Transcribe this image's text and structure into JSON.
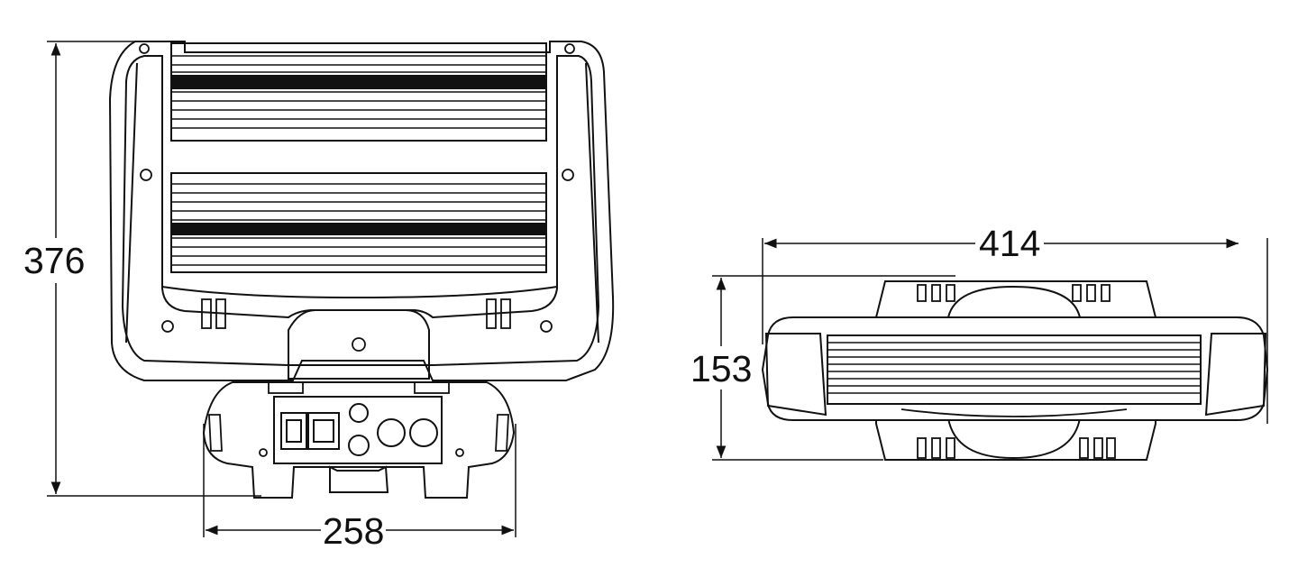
{
  "dimensions": {
    "front_height": "376",
    "front_width": "258",
    "top_width": "414",
    "top_height": "153"
  },
  "colors": {
    "line": "#111111",
    "background": "#ffffff"
  }
}
